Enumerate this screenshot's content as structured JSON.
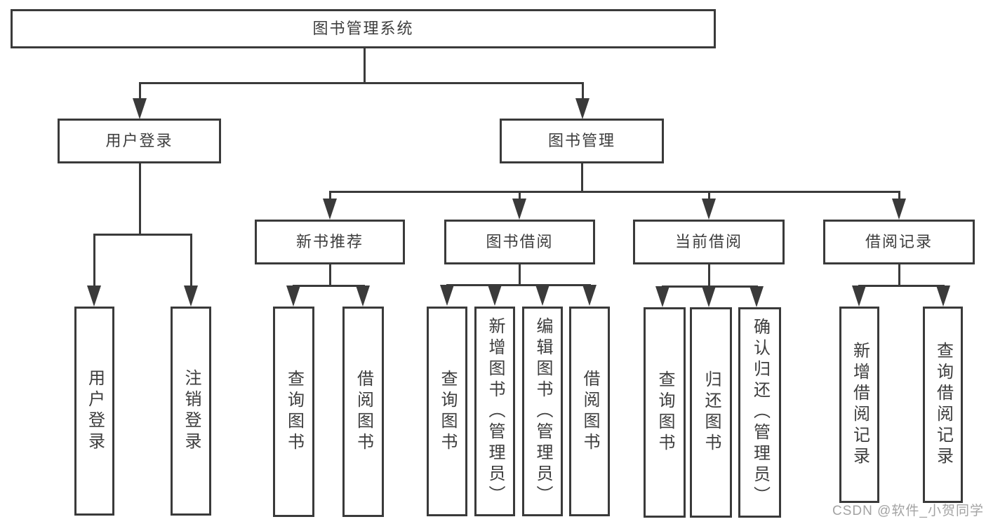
{
  "tree": {
    "label": "图书管理系统",
    "children": [
      {
        "label": "用户登录",
        "children": [
          {
            "label": "用户登录"
          },
          {
            "label": "注销登录"
          }
        ]
      },
      {
        "label": "图书管理",
        "children": [
          {
            "label": "新书推荐",
            "children": [
              {
                "label": "查询图书"
              },
              {
                "label": "借阅图书"
              }
            ]
          },
          {
            "label": "图书借阅",
            "children": [
              {
                "label": "查询图书"
              },
              {
                "label": "新增图书（管理员）"
              },
              {
                "label": "编辑图书（管理员）"
              },
              {
                "label": "借阅图书"
              }
            ]
          },
          {
            "label": "当前借阅",
            "children": [
              {
                "label": "查询图书"
              },
              {
                "label": "归还图书"
              },
              {
                "label": "确认归还（管理员）"
              }
            ]
          },
          {
            "label": "借阅记录",
            "children": [
              {
                "label": "新增借阅记录"
              },
              {
                "label": "查询借阅记录"
              }
            ]
          }
        ]
      }
    ]
  },
  "watermark": {
    "text": "CSDN @软件_小贺同学"
  },
  "colors": {
    "line": "#3a3a3a",
    "text": "#3d3d3d",
    "watermark": "#a3a3a3",
    "background": "#ffffff"
  }
}
